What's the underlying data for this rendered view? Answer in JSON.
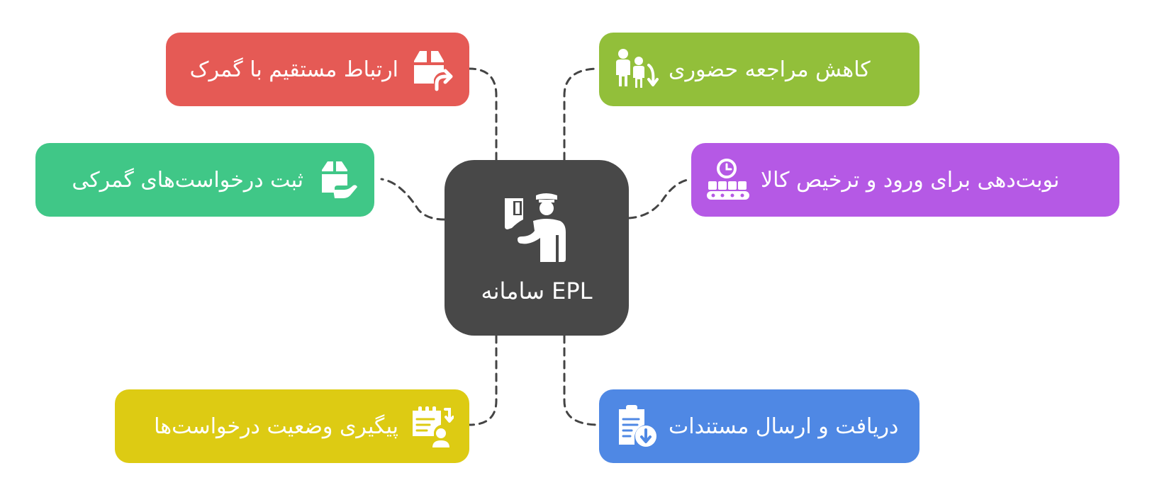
{
  "center": {
    "title": "EPL سامانه",
    "icon": "customs-officer-icon",
    "color": "#484848"
  },
  "nodes": [
    {
      "key": "direct_contact",
      "label": "ارتباط مستقیم با گمرک",
      "icon": "package-forward-icon",
      "color": "#E55A55"
    },
    {
      "key": "register_requests",
      "label": "ثبت درخواست‌های گمرکی",
      "icon": "package-hand-icon",
      "color": "#40C787"
    },
    {
      "key": "track_status",
      "label": "پیگیری وضعیت درخواست‌ها",
      "icon": "clipboard-person-icon",
      "color": "#DDCB13"
    },
    {
      "key": "reduce_visits",
      "label": "کاهش مراجعه حضوری",
      "icon": "people-arrow-icon",
      "color": "#92BF3A"
    },
    {
      "key": "scheduling",
      "label": "نوبت‌دهی برای ورود و ترخیص کالا",
      "icon": "clock-conveyor-icon",
      "color": "#B559E5"
    },
    {
      "key": "documents",
      "label": "دریافت و ارسال مستندات",
      "icon": "clipboard-download-icon",
      "color": "#4F88E4"
    }
  ]
}
